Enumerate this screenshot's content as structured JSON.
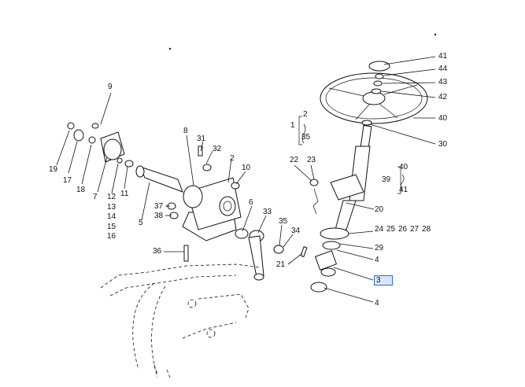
{
  "callouts": {
    "n41": "41",
    "n44": "44",
    "n43": "43",
    "n42": "42",
    "n40a": "40",
    "n30": "30",
    "n1": "1",
    "n2top": "2",
    "n35top": "35",
    "n40b": "40",
    "n39": "39",
    "n41b": "41",
    "n22": "22",
    "n23": "23",
    "n20": "20",
    "n24": "24",
    "n25": "25",
    "n26": "26",
    "n27": "27",
    "n28": "28",
    "n29": "29",
    "n4a": "4",
    "n21": "21",
    "n3": "3",
    "n4b": "4",
    "n9": "9",
    "n19": "19",
    "n17": "17",
    "n18": "18",
    "n7": "7",
    "n12": "12",
    "n13": "13",
    "n14": "14",
    "n15": "15",
    "n16": "16",
    "n11": "11",
    "n5": "5",
    "n8": "8",
    "n31": "31",
    "n32": "32",
    "n2": "2",
    "n10": "10",
    "n37": "37",
    "n38": "38",
    "n6": "6",
    "n33": "33",
    "n35": "35",
    "n34": "34",
    "n36": "36"
  },
  "selected_callout": "3",
  "highlight_color": "#d7e7ff"
}
